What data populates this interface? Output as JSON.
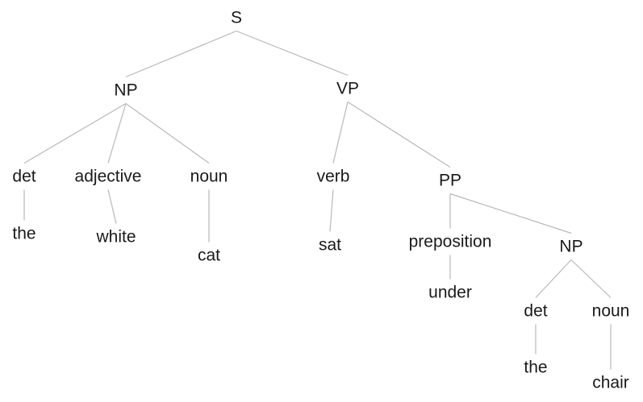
{
  "tree": {
    "nodes": {
      "s": "S",
      "np1": "NP",
      "vp": "VP",
      "det1": "det",
      "adj": "adjective",
      "noun1": "noun",
      "verb": "verb",
      "pp": "PP",
      "the1": "the",
      "white": "white",
      "cat": "cat",
      "sat": "sat",
      "prep": "preposition",
      "np2": "NP",
      "under": "under",
      "det2": "det",
      "noun2": "noun",
      "the2": "the",
      "chair": "chair"
    },
    "edges": [
      [
        "s",
        "np1"
      ],
      [
        "s",
        "vp"
      ],
      [
        "np1",
        "det1"
      ],
      [
        "np1",
        "adj"
      ],
      [
        "np1",
        "noun1"
      ],
      [
        "det1",
        "the1"
      ],
      [
        "adj",
        "white"
      ],
      [
        "noun1",
        "cat"
      ],
      [
        "vp",
        "verb"
      ],
      [
        "vp",
        "pp"
      ],
      [
        "verb",
        "sat"
      ],
      [
        "pp",
        "prep"
      ],
      [
        "pp",
        "np2"
      ],
      [
        "prep",
        "under"
      ],
      [
        "np2",
        "det2"
      ],
      [
        "np2",
        "noun2"
      ],
      [
        "det2",
        "the2"
      ],
      [
        "noun2",
        "chair"
      ]
    ],
    "colors": {
      "line": "#b8b8b8",
      "text": "#1a1a1a"
    }
  }
}
